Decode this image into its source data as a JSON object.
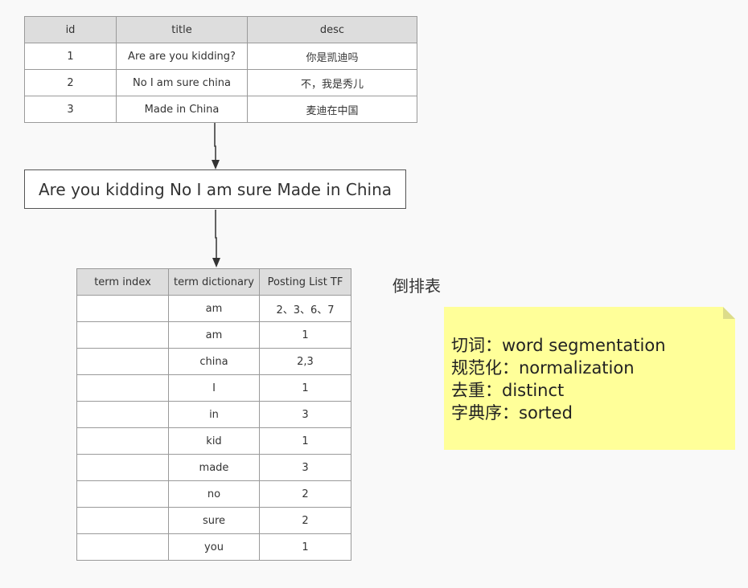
{
  "source_table": {
    "headers": [
      "id",
      "title",
      "desc"
    ],
    "rows": [
      [
        "1",
        "Are are you kidding?",
        "你是凯迪吗"
      ],
      [
        "2",
        "No I am sure china",
        "不，我是秀儿"
      ],
      [
        "3",
        "Made in China",
        "麦迪在中国"
      ]
    ]
  },
  "merged_text": "Are you kidding No I am sure Made in China",
  "index_table": {
    "headers": [
      "term index",
      "term dictionary",
      "Posting List  TF"
    ],
    "rows": [
      [
        "",
        "am",
        "2、3、6、7"
      ],
      [
        "",
        "am",
        "1"
      ],
      [
        "",
        "china",
        "2,3"
      ],
      [
        "",
        "I",
        "1"
      ],
      [
        "",
        "in",
        "3"
      ],
      [
        "",
        "kid",
        "1"
      ],
      [
        "",
        "made",
        "3"
      ],
      [
        "",
        "no",
        "2"
      ],
      [
        "",
        "sure",
        "2"
      ],
      [
        "",
        "you",
        "1"
      ]
    ]
  },
  "inverted_label": "倒排表",
  "note": {
    "lines": [
      "切词：word segmentation",
      "规范化：normalization",
      "去重：distinct",
      "字典序：sorted"
    ]
  }
}
